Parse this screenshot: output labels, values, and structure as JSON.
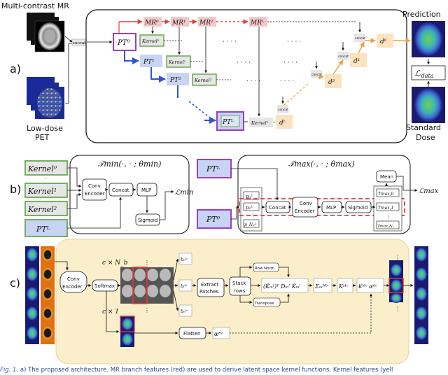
{
  "panel_a": {
    "label": "a)",
    "input_mr": "Multi-contrast MR",
    "input_pet_line1": "Low-dose",
    "input_pet_line2": "PET",
    "concat": "concat",
    "mr_nodes": [
      "MR⁰",
      "MR¹",
      "MR²",
      "MRᴸ"
    ],
    "pt_nodes": [
      "PT⁰",
      "PT¹",
      "PT²",
      "PTᴸ"
    ],
    "kernel_nodes": [
      "Kernel⁰",
      "Kernel¹",
      "Kernel²",
      "Kernelᴸ"
    ],
    "d_nodes": [
      "d⁰",
      "d¹",
      "d²",
      "dᴸ"
    ],
    "ellipsis": "· · · ·",
    "prediction": "Prediction",
    "loss": "ℒ",
    "loss_sub": "data",
    "target_line1": "Standard",
    "target_line2": "Dose"
  },
  "panel_b": {
    "label": "b)",
    "kernels": [
      "Kernel⁰",
      "Kernel¹",
      "Kernel²"
    ],
    "pt_last": "PTᴸ",
    "pt_first": "PT⁰",
    "tmin_title": "𝒯min(·, · ; θmin)",
    "tmax_title": "𝒯max(·, · ; θmax)",
    "conv_line1": "Conv",
    "conv_line2": "Encoder",
    "concat": "Concat",
    "mlp": "MLP",
    "sigmoid": "Sigmoid",
    "mean": "Mean",
    "loss_min": "ℒmin",
    "loss_max": "ℒmax",
    "p_vectors": [
      "p₀ᴸ",
      "p₁ᴸ",
      "p_Nₚᴸ"
    ],
    "t_vectors": [
      "Tmax,0",
      "Tmax,1",
      "Tmax,Nₚ"
    ]
  },
  "panel_c": {
    "label": "c)",
    "conv_line1": "Conv",
    "conv_line2": "Encoder",
    "softmax": "Softmax",
    "c_nb": "c × N_b",
    "c_1": "c × 1",
    "b_labels": [
      "b₀ˡᶜ",
      "bᵢˡᶜ",
      "bₙˡᶜ"
    ],
    "extract_line1": "Extract",
    "extract_line2": "Patches",
    "stack_line1": "Stack",
    "stack_line2": "rows",
    "row_norm": "Row Norm",
    "transpose": "Transpose",
    "formula": "(K̃ₘˡ)ᵀ Dₘˡ K̃ₘˡ",
    "sigma": "Σₘᴺᵇ",
    "k_z": "Kᶻˡᶜ",
    "k_alpha": "Kᶻˡᶜ αᶻˡᶜ",
    "flatten": "Flatten",
    "alpha": "αᶻˡᶜ"
  },
  "caption": {
    "fig": "Fig. 1.",
    "text": "a) The proposed architecture. MR branch features (red) are used to derive latent space kernel functions. Kernel features (yell"
  }
}
